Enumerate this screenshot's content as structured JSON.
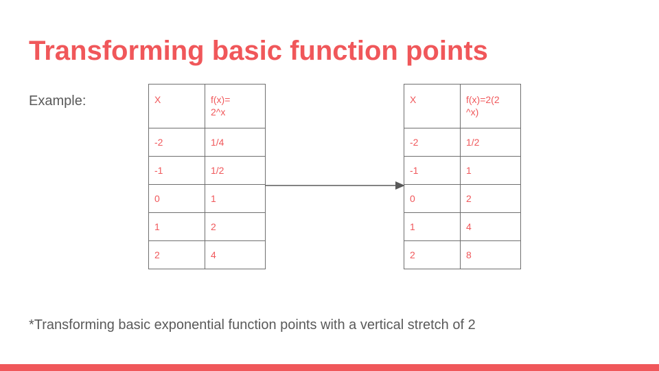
{
  "title": "Transforming basic function points",
  "example_label": "Example:",
  "footnote": "*Transforming basic exponential function points with a vertical stretch of 2",
  "accent_color": "#f0575a",
  "text_color": "#595959",
  "table_left": {
    "headers": [
      "X",
      "f(x)=\n2^x"
    ],
    "rows": [
      [
        "-2",
        "1/4"
      ],
      [
        "-1",
        "1/2"
      ],
      [
        "0",
        "1"
      ],
      [
        "1",
        "2"
      ],
      [
        "2",
        "4"
      ]
    ]
  },
  "table_right": {
    "headers": [
      "X",
      "f(x)=2(2\n^x)"
    ],
    "rows": [
      [
        "-2",
        "1/2"
      ],
      [
        "-1",
        "1"
      ],
      [
        "0",
        "2"
      ],
      [
        "1",
        "4"
      ],
      [
        "2",
        "8"
      ]
    ]
  },
  "arrow_icon": "right-arrow-icon"
}
